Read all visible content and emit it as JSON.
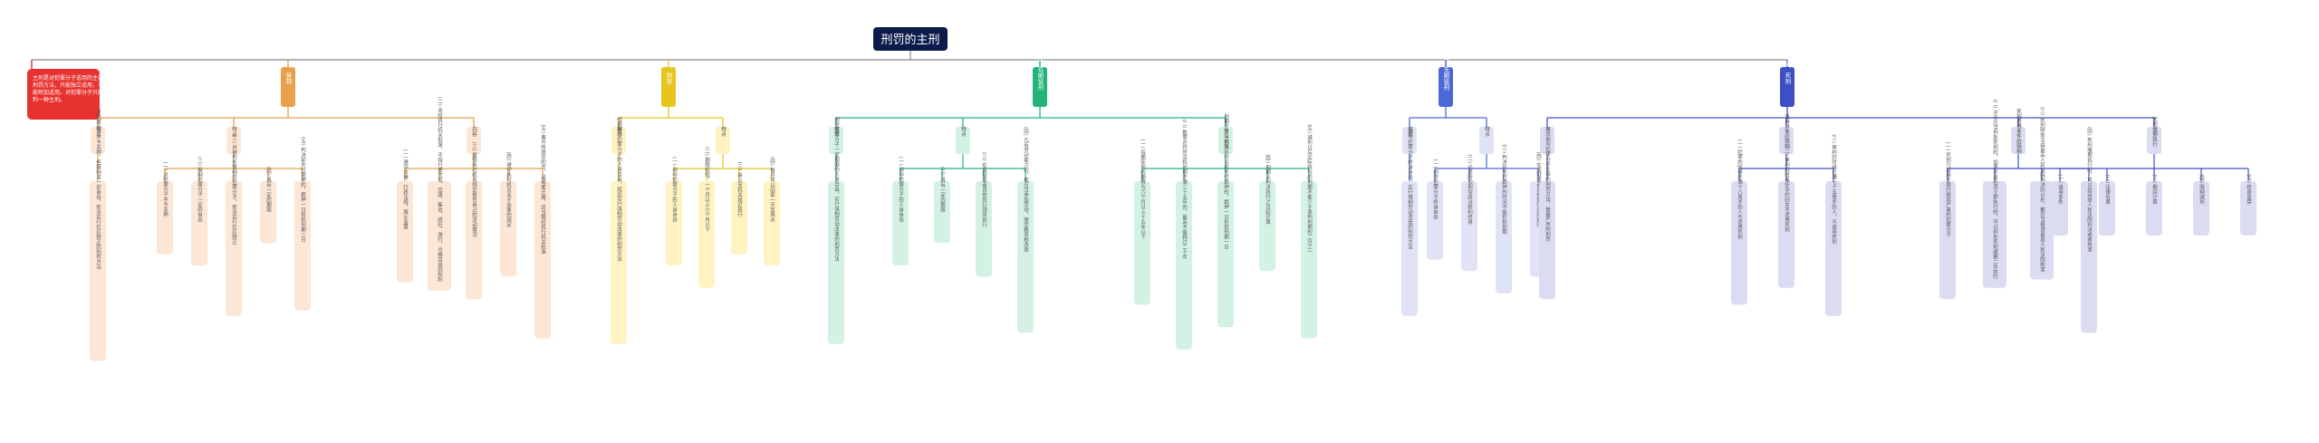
{
  "title": "刑罚的主刑",
  "colors": {
    "root_bg": "#0d1b4c",
    "intro_bg": "#e8322f",
    "branch": [
      "#e8a04a",
      "#e8c41f",
      "#22b37a",
      "#4b69d6",
      "#3d4fc7"
    ],
    "node": [
      "#fce6d6",
      "#fff3c2",
      "#d4f2e4",
      "#dfe3f5",
      "#dadcf2"
    ]
  },
  "intro": "主刑是对犯罪分子适用的主要刑罚方法，只能独立适用，不能附加适用。对犯罪分子只能判一种主刑。",
  "branches": [
    {
      "label": "一、管制",
      "subs": [
        {
          "label": "概念",
          "items": [
            "对犯罪分子不予关押，但限制其一定自由，依法实行社区矫正的刑罚方法"
          ]
        },
        {
          "label": "特点",
          "items": [
            "(一) 对犯罪分子不予关押",
            "(二) 限制犯罪分子一定的自由",
            "(三) 对被判处管制的犯罪分子，依法实行社区矫正",
            "(四) 具有一定的期限",
            "(五) 判决前先行羁押的，羁押一日折抵刑期二日"
          ]
        },
        {
          "label": "内容",
          "items": [
            "(一) 遵守法律、行政法规，服从监督",
            "(二) 未经执行机关批准，不得行使言论、出版、集会、结社、游行、示威自由的权利",
            "(三) 按照执行机关规定报告自己的活动情况",
            "(四) 遵守执行机关关于会客的规定",
            "(五) 离开所居住的市、县或者迁居，应当报经执行机关批准"
          ]
        }
      ]
    },
    {
      "label": "二、拘役",
      "subs": [
        {
          "label": "概念",
          "items": [
            "短期剥夺犯罪分子的人身自由，就近实行强制劳动改造的刑罚方法"
          ]
        },
        {
          "label": "特点",
          "items": [
            "(一) 剥夺犯罪分子的人身自由",
            "(二) 期限较短，一个月以上六个月以下",
            "(三) 由公安机关就近执行",
            "(四) 每月可以回家一天至两天"
          ]
        }
      ]
    },
    {
      "label": "三、有期徒刑",
      "subs": [
        {
          "label": "概念",
          "items": [
            "剥夺犯罪分子一定期限的人身自由，实行强制劳动改造的刑罚方法"
          ]
        },
        {
          "label": "特点",
          "items": [
            "(一) 剥夺犯罪分子的人身自由",
            "(二) 具有一定的期限",
            "(三) 在监狱或者其他执行场所执行",
            "(四) 凡有劳动能力的，都应当参加劳动，接受教育和改造"
          ]
        },
        {
          "label": "刑期计算与折抵",
          "items": [
            "(一) 有期徒刑的期限为六个月以上十五年以下",
            "(二) 数罪并罚时总和刑期不满三十五年的，最高不能超过二十年",
            "(三) 判决执行以前先行羁押的，羁押一日折抵刑期一日",
            "(四) 刑期从判决执行之日起计算",
            "(五) 减刑以后实际执行的刑期不能少于原判刑期的二分之一"
          ]
        }
      ]
    },
    {
      "label": "四、无期徒刑",
      "subs": [
        {
          "label": "概念",
          "items": [
            "剥夺犯罪分子终身自由，实行强制劳动改造的刑罚方法"
          ]
        },
        {
          "label": "特点",
          "items": [
            "(一) 剥夺犯罪分子终身自由",
            "(二) 必须附加剥夺政治权利终身",
            "(三) 判决前先行羁押的时间不能折抵刑期",
            "(四) 在监狱或者其他执行场所执行"
          ]
        }
      ]
    },
    {
      "label": "五、死刑",
      "subs": [
        {
          "label": "概念",
          "items": [
            "剥夺犯罪分子生命的刑罚方法，是最严厉的刑罚"
          ]
        },
        {
          "label": "适用对象的限制",
          "items": [
            "(一) 犯罪的时候不满十八周岁的人不适用死刑",
            "(二) 审判的时候怀孕的妇女不适用死刑",
            "(三) 审判的时候已满七十五周岁的人，不适用死刑"
          ]
        },
        {
          "label": "死刑适用条件的限制",
          "items": [
            "(一) 死刑只适用于罪行极其严重的犯罪分子",
            "(二) 对于应当判处死刑的，如果不是必须立即执行的，可以判处死刑缓期二年执行",
            "(三) 死刑除依法由最高人民法院判决的以外，都应当报请最高人民法院核准",
            "(四) 死刑缓期执行的，可以由高级人民法院判决或者核准"
          ]
        },
        {
          "label": "死刑缓期执行",
          "items": [
            "(一) 适用条件",
            "(二) 法律后果",
            "(三) 期间计算",
            "(四) 限制减刑",
            "(五) 终身监禁"
          ]
        }
      ]
    }
  ]
}
